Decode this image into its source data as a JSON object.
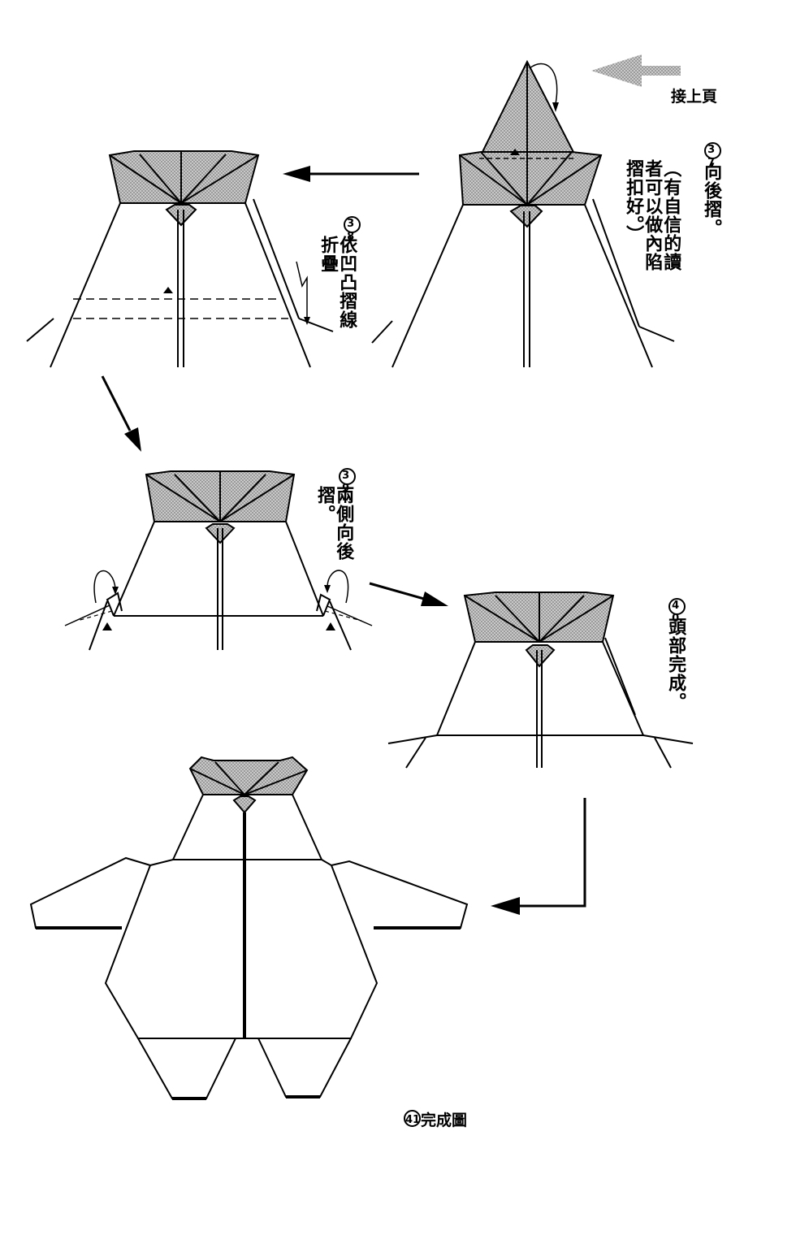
{
  "continued_label": "接上頁",
  "steps": [
    {
      "number": "37",
      "text": "向後摺。",
      "note": "（有自信的讀者可以做內陷摺扣好。）"
    },
    {
      "number": "38",
      "text": "依凹凸摺線折疊"
    },
    {
      "number": "39",
      "text": "兩側向後摺。"
    },
    {
      "number": "40",
      "text": "頭部完成。"
    },
    {
      "number": "41",
      "text": "完成圖"
    }
  ],
  "colors": {
    "line": "#000000",
    "shade": "#b5b5b5",
    "background": "#ffffff"
  }
}
